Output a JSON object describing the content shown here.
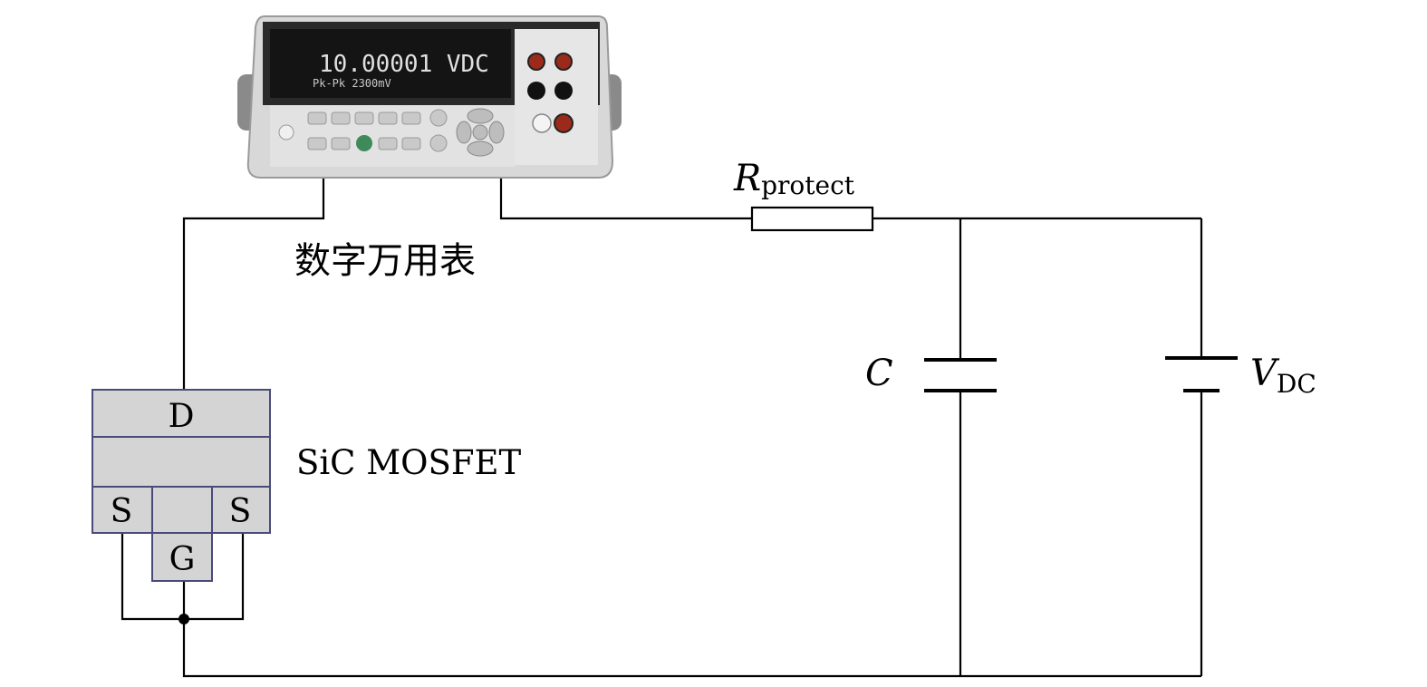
{
  "multimeter": {
    "display_main": "10.00001 VDC",
    "display_sub": "Pk-Pk 2300mV",
    "label": "数字万用表"
  },
  "resistor": {
    "symbol": "R",
    "subscript": "protect"
  },
  "capacitor": {
    "symbol": "C"
  },
  "source": {
    "symbol": "V",
    "subscript": "DC"
  },
  "device": {
    "name": "SiC MOSFET",
    "drain": "D",
    "source_left": "S",
    "source_right": "S",
    "gate": "G"
  },
  "colors": {
    "wire": "#000000",
    "device_fill": "#d4d4d4",
    "device_stroke": "#4a4a7a",
    "meter_body": "#d8d8d8",
    "meter_screen": "#141414",
    "meter_red_jack": "#9c2a1a"
  }
}
